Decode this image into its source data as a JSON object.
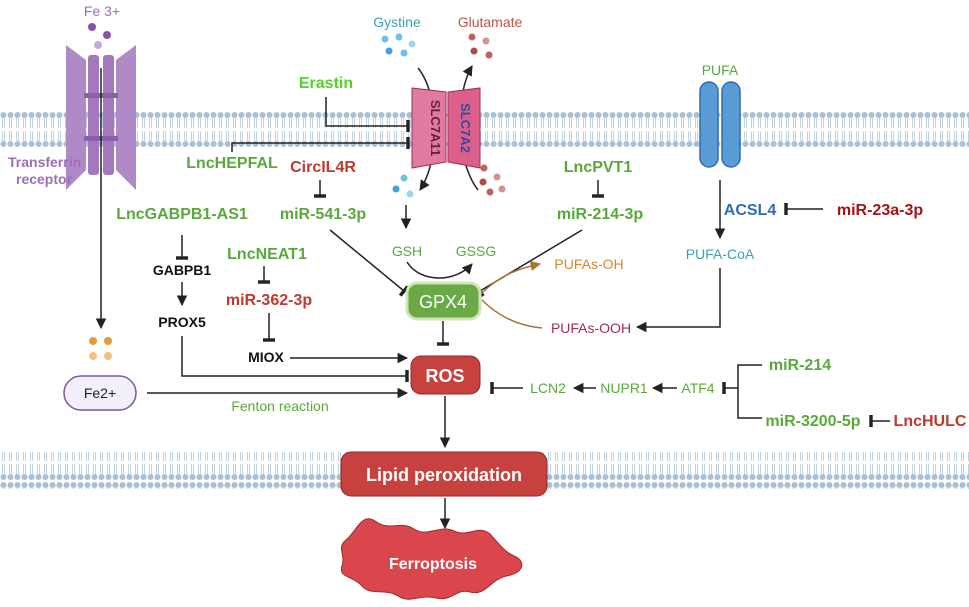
{
  "colors": {
    "green": "#5aa83c",
    "red": "#c0392b",
    "darkred": "#a31515",
    "purple": "#9c6fb5",
    "blue": "#2e6db3",
    "teal": "#3a9fb3",
    "orange": "#d4882b",
    "magenta": "#9b2d5e"
  },
  "labels": {
    "fe3": "Fe 3+",
    "transferrin_1": "Transferrin",
    "transferrin_2": "receptor",
    "fe2": "Fe2+",
    "fenton": "Fenton reaction",
    "gystine": "Gystine",
    "glutamate": "Glutamate",
    "slc7a11": "SLC7A11",
    "slc7a2": "SLC7A2",
    "erastin": "Erastin",
    "lnchepfal": "LncHEPFAL",
    "circil4r": "CircIL4R",
    "mir541": "miR-541-3p",
    "lncpvt1": "LncPVT1",
    "mir214_3p": "miR-214-3p",
    "pufa": "PUFA",
    "acsl4": "ACSL4",
    "mir23a": "miR-23a-3p",
    "pufacoa": "PUFA-CoA",
    "lncgabpb1": "LncGABPB1-AS1",
    "gabpb1": "GABPB1",
    "prox5": "PROX5",
    "lncneat1": "LncNEAT1",
    "mir362": "miR-362-3p",
    "miox": "MIOX",
    "gsh": "GSH",
    "gssg": "GSSG",
    "gpx4": "GPX4",
    "pufas_oh": "PUFAs-OH",
    "pufas_ooh": "PUFAs-OOH",
    "ros": "ROS",
    "lcn2": "LCN2",
    "nupr1": "NUPR1",
    "atf4": "ATF4",
    "mir214": "miR-214",
    "mir3200": "miR-3200-5p",
    "lnchulc": "LncHULC",
    "lipid": "Lipid peroxidation",
    "ferroptosis": "Ferroptosis"
  }
}
